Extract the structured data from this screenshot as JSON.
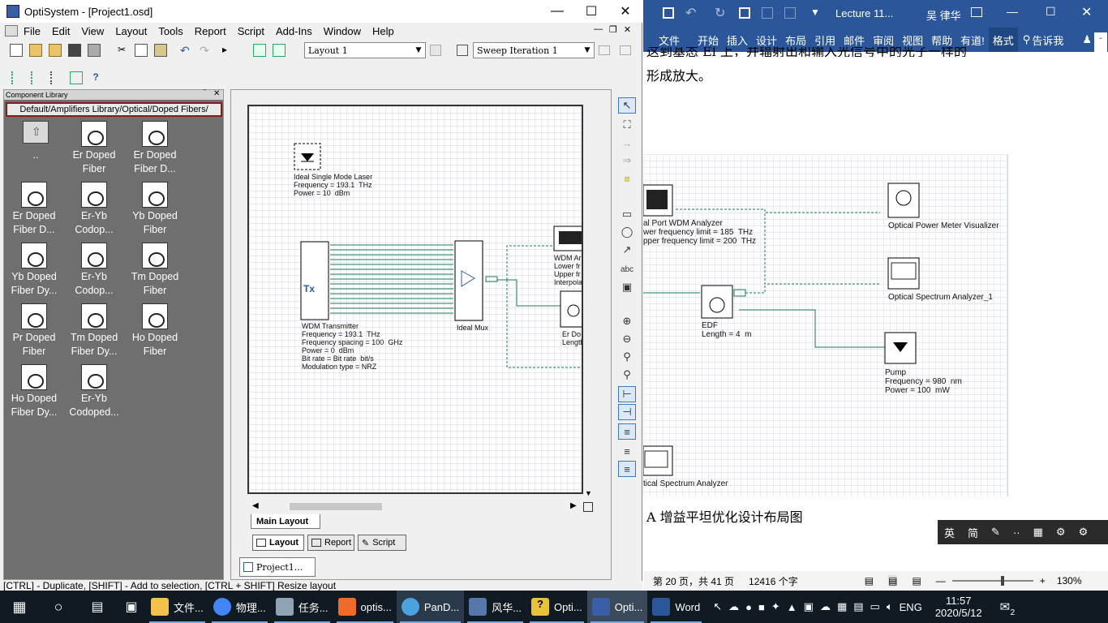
{
  "opti": {
    "title": "OptiSystem - [Project1.osd]",
    "menu": [
      "File",
      "Edit",
      "View",
      "Layout",
      "Tools",
      "Report",
      "Script",
      "Add-Ins",
      "Window",
      "Help"
    ],
    "layout_combo": "Layout 1",
    "sweep_combo": "Sweep Iteration 1",
    "library": {
      "header": "Component Library",
      "path": "Default/Amplifiers Library/Optical/Doped Fibers/",
      "items": [
        {
          "label": "..",
          "icon": "folder-up-icon"
        },
        {
          "label": "Er Doped Fiber",
          "icon": "er-doped-fiber-icon"
        },
        {
          "label": "Er Doped Fiber D...",
          "icon": "er-doped-fiber-dynamic-icon"
        },
        {
          "label": "Er Doped Fiber D...",
          "icon": "er-doped-fiber-dynamic-icon"
        },
        {
          "label": "Er-Yb Codop...",
          "icon": "er-yb-codoped-icon"
        },
        {
          "label": "Yb Doped Fiber",
          "icon": "yb-doped-fiber-icon"
        },
        {
          "label": "Yb Doped Fiber Dy...",
          "icon": "yb-doped-fiber-dynamic-icon"
        },
        {
          "label": "Er-Yb Codop...",
          "icon": "er-yb-codoped-icon"
        },
        {
          "label": "Tm Doped Fiber",
          "icon": "tm-doped-fiber-icon"
        },
        {
          "label": "Pr Doped Fiber",
          "icon": "pr-doped-fiber-icon"
        },
        {
          "label": "Tm Doped Fiber Dy...",
          "icon": "tm-doped-fiber-dynamic-icon"
        },
        {
          "label": "Ho Doped Fiber",
          "icon": "ho-doped-fiber-icon"
        },
        {
          "label": "Ho Doped Fiber Dy...",
          "icon": "ho-doped-fiber-dynamic-icon"
        },
        {
          "label": "Er-Yb Codoped...",
          "icon": "er-yb-codoped-icon"
        }
      ]
    },
    "canvas": {
      "laser_label": "Ideal Single Mode Laser\nFrequency = 193.1  THz\nPower = 10  dBm",
      "wdm_label": "WDM Transmitter\nFrequency = 193.1  THz\nFrequency spacing = 100  GHz\nPower = 0  dBm\nBit rate = Bit rate  bit/s\nModulation type = NRZ",
      "mux_label": "Ideal Mux",
      "analyzer_label": "WDM Ar\nLower fr\nUpper fr\nInterpola",
      "erdoped_label": "Er Do\nLength",
      "tx_text": "Tx"
    },
    "bottom_tabs": {
      "main": "Main Layout",
      "layout": "Layout",
      "report": "Report",
      "script": "Script",
      "project": "Project1..."
    },
    "status": "[CTRL] - Duplicate, [SHIFT] - Add to selection, [CTRL + SHIFT] Resize layout"
  },
  "word": {
    "title": "Lecture 11...",
    "user": "吴 律华",
    "ribbon": [
      "文件",
      "开始",
      "插入",
      "设计",
      "布局",
      "引用",
      "邮件",
      "审阅",
      "视图",
      "帮助",
      "有道!",
      "格式"
    ],
    "tellme": "告诉我",
    "text_top_partial": "这到基态 El 上，并辐射出和输入光信号中的光子一样的",
    "text_line": "形成放大。",
    "figure": {
      "wdm_analyzer": "al Port WDM Analyzer\nwer frequency limit = 185  THz\npper frequency limit = 200  THz",
      "power_meter": "Optical Power Meter Visualizer",
      "spectrum1": "Optical Spectrum Analyzer_1",
      "edf": "EDF\nLength = 4  m",
      "pump": "Pump\nFrequency = 980  nm\nPower = 100  mW",
      "spectrum0": "tical Spectrum Analyzer"
    },
    "caption": "A 增益平坦优化设计布局图",
    "status_page": "第 20 页，共 41 页",
    "status_words": "12416 个字",
    "zoom": "130%"
  },
  "ime": [
    "英",
    "简"
  ],
  "taskbar": {
    "items": [
      {
        "label": "文件...",
        "color": "#f2c14e"
      },
      {
        "label": "物理...",
        "color": "#4285f4"
      },
      {
        "label": "任务...",
        "color": "#8fa3b5"
      },
      {
        "label": "optis...",
        "color": "#ef6a2b"
      },
      {
        "label": "PanD...",
        "color": "#4aa3e0"
      },
      {
        "label": "风华...",
        "color": "#5577aa"
      },
      {
        "label": "Opti...",
        "color": "#e8c23a"
      },
      {
        "label": "Opti...",
        "color": "#3a5fa8"
      },
      {
        "label": "Word",
        "color": "#2b579a"
      }
    ],
    "lang": "ENG",
    "time": "11:57",
    "date": "2020/5/12",
    "notif": "2"
  }
}
